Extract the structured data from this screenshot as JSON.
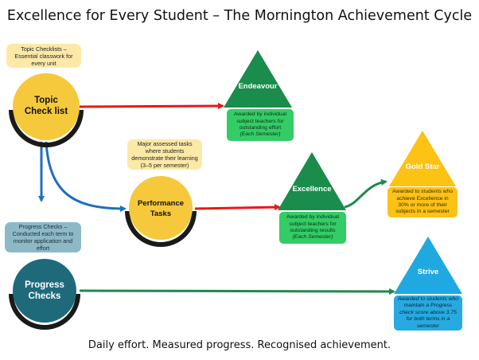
{
  "title": "Excellence for Every Student – The Mornington Achievement Cycle",
  "footer": "Daily effort. Measured progress. Recognised achievement.",
  "nodes": {
    "topic": {
      "line1": "Topic",
      "line2": "Check list"
    },
    "performance": {
      "line1": "Performance",
      "line2": "Tasks"
    },
    "progress": {
      "line1": "Progress",
      "line2": "Checks"
    }
  },
  "notes": {
    "topic": "Topic Checklists – Essential classwork for every unit",
    "performance": "Major assessed tasks where students demonstrate their learning (3–5 per semester)",
    "progress": "Progress Checks – Conducted each term to monitor application and effort"
  },
  "awards": {
    "endeavour": {
      "name": "Endeavour",
      "caption": "Awarded by individual subject teachers for outstanding effort",
      "caption_em": "(Each Semester)"
    },
    "excellence": {
      "name": "Excellence",
      "caption": "Awarded by individual subject teachers for outstanding results",
      "caption_em": "(Each Semester)"
    },
    "gold": {
      "name": "Gold Star",
      "caption": "Awarded to students who achieve Excellence in 30% or more of their subjects in a semester"
    },
    "strive": {
      "name": "Strive",
      "caption": "Awarded to students who maintain a Progress check score above 3.75 for both terms in a semester"
    }
  },
  "colors": {
    "yellow": "#f5c93b",
    "teal": "#1e6a7a",
    "green_tri": "#1a8c4b",
    "gold_tri": "#fcc214",
    "blue_tri": "#20a9e1",
    "red_arrow": "#e8191a",
    "blue_arrow": "#1d6fc0",
    "green_arrow": "#1e8a4a"
  }
}
